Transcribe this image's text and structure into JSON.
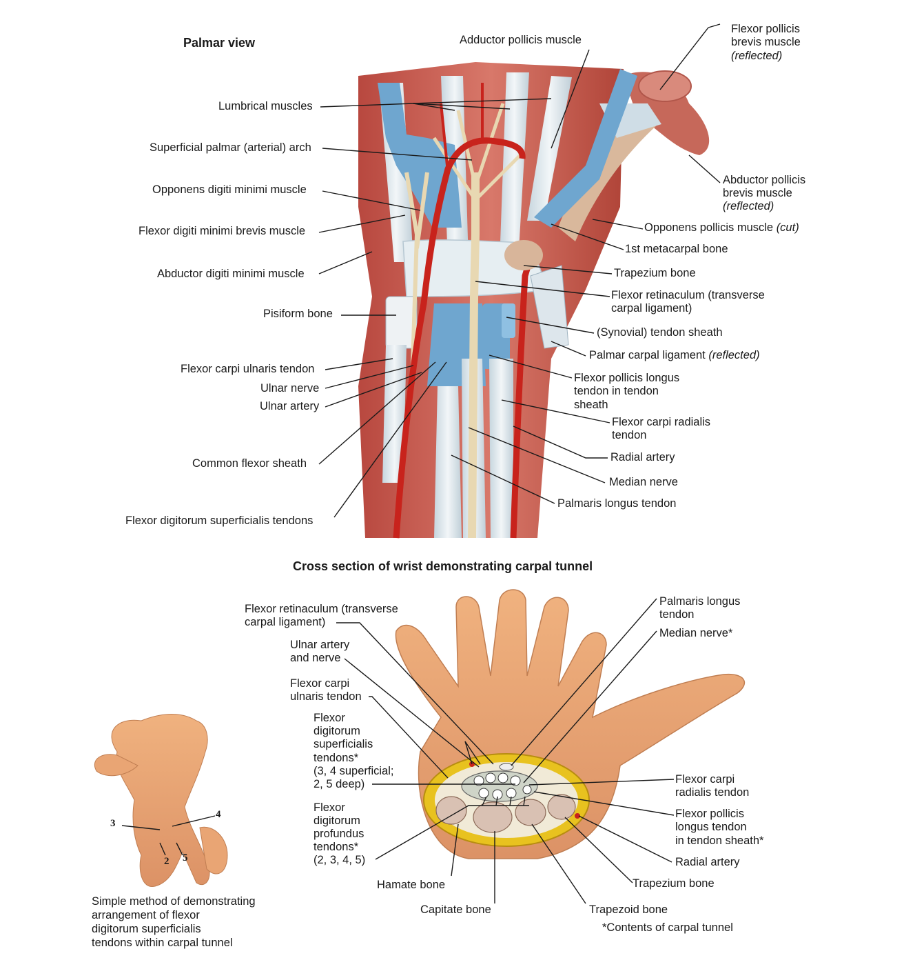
{
  "titles": {
    "palmar": "Palmar view",
    "cross": "Cross section of wrist demonstrating carpal tunnel"
  },
  "top_labels": {
    "adductor_pollicis": "Adductor pollicis muscle",
    "fpb_1": "Flexor pollicis",
    "fpb_2": "brevis muscle",
    "fpb_3": "(reflected)",
    "lumbrical": "Lumbrical muscles",
    "sup_arch": "Superficial palmar (arterial) arch",
    "odm": "Opponens digiti minimi muscle",
    "fdmb": "Flexor digiti minimi brevis muscle",
    "adm": "Abductor digiti minimi muscle",
    "pisiform": "Pisiform bone",
    "fcu_tendon": "Flexor carpi ulnaris tendon",
    "ulnar_nerve": "Ulnar nerve",
    "ulnar_artery": "Ulnar artery",
    "common_flexor": "Common flexor sheath",
    "fds_tendons": "Flexor digitorum superficialis tendons",
    "apb_1": "Abductor pollicis",
    "apb_2": "brevis muscle",
    "apb_3": "(reflected)",
    "opp_pollicis": "Opponens pollicis muscle",
    "opp_cut": "(cut)",
    "metacarpal": "1st metacarpal bone",
    "trapezium": "Trapezium bone",
    "retinaculum_1": "Flexor retinaculum (transverse",
    "retinaculum_2": "carpal ligament)",
    "synovial": "(Synovial) tendon sheath",
    "palmar_carpal": "Palmar carpal ligament",
    "palmar_carpal_ref": "(reflected)",
    "fpl_1": "Flexor pollicis longus",
    "fpl_2": "tendon in tendon",
    "fpl_3": "sheath",
    "fcr_1": "Flexor carpi radialis",
    "fcr_2": "tendon",
    "radial_artery": "Radial artery",
    "median_nerve": "Median nerve",
    "palmaris_longus": "Palmaris longus tendon"
  },
  "bottom_labels": {
    "ret_1": "Flexor retinaculum (transverse",
    "ret_2": "carpal ligament)",
    "ua_1": "Ulnar artery",
    "ua_2": "and nerve",
    "fcu_1": "Flexor carpi",
    "fcu_2": "ulnaris tendon",
    "fds_1": "Flexor",
    "fds_2": "digitorum",
    "fds_3": "superficialis",
    "fds_4": "tendons*",
    "fds_5": "(3, 4 superficial;",
    "fds_6": "2, 5 deep)",
    "fdp_1": "Flexor",
    "fdp_2": "digitorum",
    "fdp_3": "profundus",
    "fdp_4": "tendons*",
    "fdp_5": "(2, 3, 4, 5)",
    "hamate": "Hamate bone",
    "capitate": "Capitate bone",
    "trapezoid": "Trapezoid bone",
    "trapezium": "Trapezium bone",
    "radial_artery": "Radial artery",
    "fpl_1": "Flexor pollicis",
    "fpl_2": "longus tendon",
    "fpl_3": "in tendon sheath*",
    "fcr_1": "Flexor carpi",
    "fcr_2": "radialis tendon",
    "pl_1": "Palmaris longus",
    "pl_2": "tendon",
    "median": "Median nerve*"
  },
  "numbers": {
    "n3": "3",
    "n4": "4",
    "n2": "2",
    "n5": "5"
  },
  "caption": {
    "l1": "Simple method of demonstrating",
    "l2": "arrangement of flexor",
    "l3": "digitorum superficialis",
    "l4": "tendons within carpal tunnel"
  },
  "footnote": "*Contents of carpal tunnel",
  "colors": {
    "muscle": "#c85a4e",
    "tendon": "#dfe7ec",
    "sheath": "#6fa6cf",
    "artery": "#c8231c",
    "nerve": "#e8d8b2",
    "skin": "#e9a574",
    "fat": "#e8c21f",
    "bone": "#d9c1b3"
  }
}
